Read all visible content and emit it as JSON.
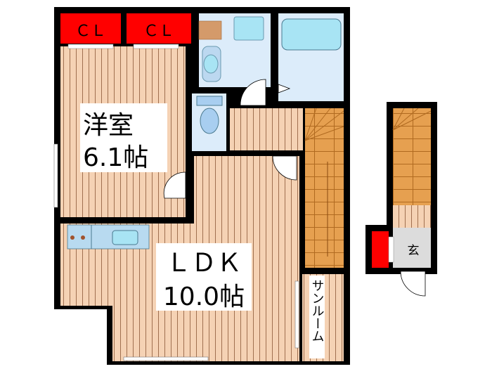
{
  "rooms": {
    "closet_1": "ＣＬ",
    "closet_2": "ＣＬ",
    "western_room_name": "洋室",
    "western_room_size": "6.1帖",
    "ldk_name": "ＬＤＫ",
    "ldk_size": "10.0帖",
    "sunroom": "サンルーム",
    "entrance": "玄"
  },
  "colors": {
    "wall": "#000000",
    "closet": "#ff0000",
    "wood_floor": "#f5d2b4",
    "wood_line": "#b08060",
    "wet_area": "#dcecfa",
    "fixture": "#a8e4f4",
    "stairs": "#e6a050",
    "entrance_floor": "#dcdcdc"
  }
}
